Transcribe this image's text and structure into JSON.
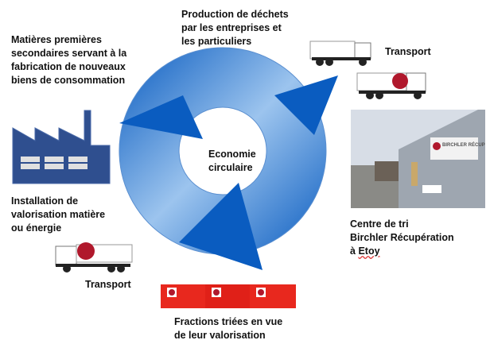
{
  "center_label": [
    "Economie",
    "circulaire"
  ],
  "steps": {
    "production": [
      "Production de déchets",
      "par les entreprises et",
      "les particuliers"
    ],
    "transport_top": "Transport",
    "centre": [
      "Centre de tri",
      "Birchler Récupération",
      "à ",
      "Etoy"
    ],
    "fractions": [
      "Fractions triées en vue",
      "de leur valorisation"
    ],
    "transport_bottom": "Transport",
    "installation": [
      "Installation de",
      "valorisation matière",
      "ou énergie"
    ],
    "matieres": [
      "Matières premières",
      "secondaires servant à la",
      "fabrication de nouveaux",
      "biens de consommation"
    ]
  },
  "sign_text": "BIRCHLER RÉCUPÉRATION",
  "colors": {
    "arrow_dark": "#0a5cc0",
    "arrow_light": "#cfe2f7",
    "factory": "#2f4f8f",
    "container": "#e8281e",
    "logo": "#b0182c"
  }
}
